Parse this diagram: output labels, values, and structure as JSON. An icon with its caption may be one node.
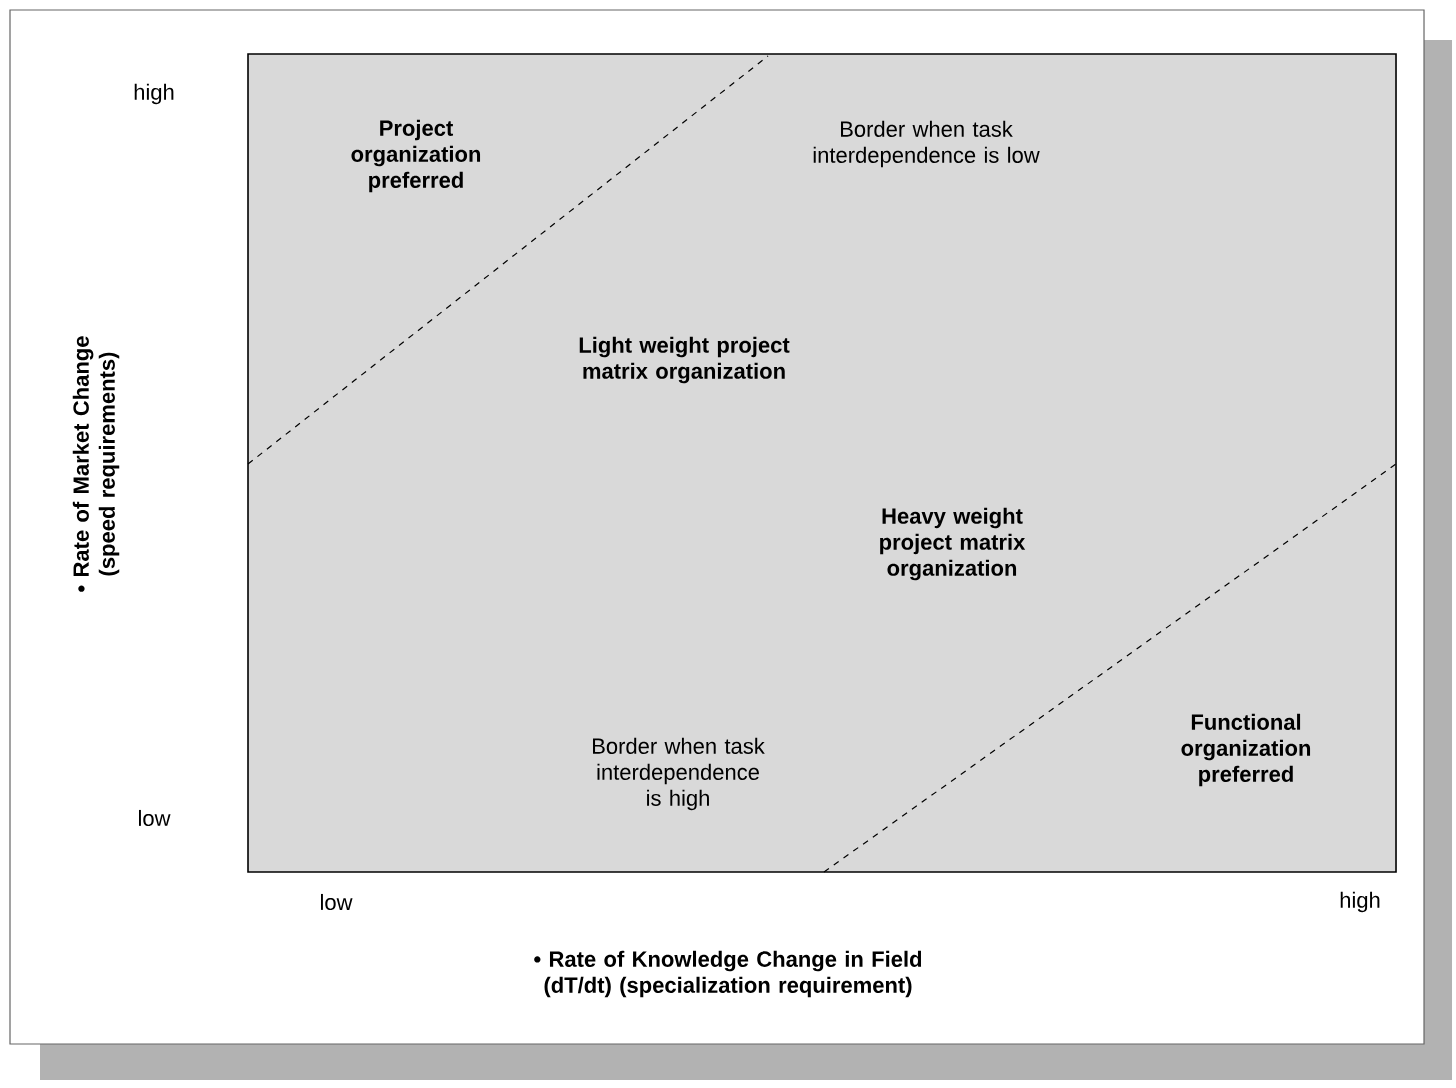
{
  "diagram": {
    "labels": [
      "high",
      "low",
      "low",
      "high",
      "• Rate of Market Change (speed requirements)",
      "• Rate of Knowledge Change in Field (dT/dt) (specialization requirement)",
      "Project organization preferred",
      "Border when task interdependence is low",
      "Light weight project matrix organization",
      "Heavy weight project matrix organization",
      "Border when task interdependence is high",
      "Functional organization preferred"
    ]
  }
}
